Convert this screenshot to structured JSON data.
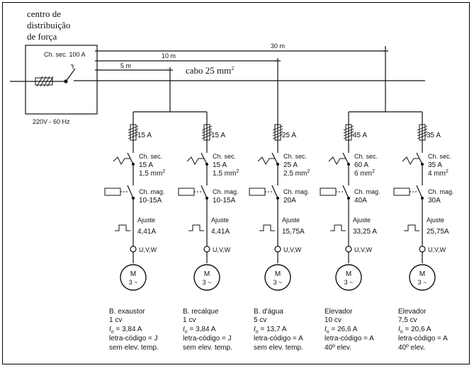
{
  "panel": {
    "title_lines": [
      "centro de",
      "distribuição",
      "de força"
    ],
    "main_switch": "Ch. sec. 100 A",
    "supply": "220V - 60 Hz"
  },
  "distances": {
    "d5": "5 m",
    "d10": "10 m",
    "d30": "30 m"
  },
  "cable": {
    "label": "cabo 25 mm",
    "sup": "2"
  },
  "branches": [
    {
      "fuse": "15 A",
      "sw_title": "Ch. sec.",
      "sw_current": "15 A",
      "sw_section": "1,5 mm",
      "sw_sup": "2",
      "mag_title": "Ch. mag.",
      "mag_range": "10-15A",
      "adj_title": "Ajuste",
      "adj_value": "4,41A",
      "terminals": "U,V,W",
      "motor": "M",
      "motor_phase": "3 ~",
      "desc": [
        "B. exaustor",
        "1 cv"
      ],
      "in_prefix": "I",
      "in_sub": "n",
      "in_value": " = 3,84 A",
      "code": "letra-código = J",
      "temp": "sem elev. temp."
    },
    {
      "fuse": "15 A",
      "sw_title": "Ch. sec.",
      "sw_current": "15 A",
      "sw_section": "1,5 mm",
      "sw_sup": "2",
      "mag_title": "Ch. mag.",
      "mag_range": "10-15A",
      "adj_title": "Ajuste",
      "adj_value": "4,41A",
      "terminals": "U,V,W",
      "motor": "M",
      "motor_phase": "3 ~",
      "desc": [
        "B. recalque",
        "1 cv"
      ],
      "in_prefix": "I",
      "in_sub": "n",
      "in_value": " = 3,84 A",
      "code": "letra-código = J",
      "temp": "sem elev. temp."
    },
    {
      "fuse": "25 A",
      "sw_title": "Ch. sec.",
      "sw_current": "25 A",
      "sw_section": "2,5 mm",
      "sw_sup": "2",
      "mag_title": "Ch. mag.",
      "mag_range": "20A",
      "adj_title": "Ajuste",
      "adj_value": "15,75A",
      "terminals": "U,V,W",
      "motor": "M",
      "motor_phase": "3 ~",
      "desc": [
        "B. d'água",
        "5 cv"
      ],
      "in_prefix": "I",
      "in_sub": "n",
      "in_value": " = 13,7 A",
      "code": "letra-código = A",
      "temp": "sem elev. temp."
    },
    {
      "fuse": "45 A",
      "sw_title": "Ch. sec.",
      "sw_current": "60 A",
      "sw_section": "6 mm",
      "sw_sup": "2",
      "mag_title": "Ch. mag.",
      "mag_range": "40A",
      "adj_title": "Ajuste",
      "adj_value": "33,25 A",
      "terminals": "U,V,W",
      "motor": "M",
      "motor_phase": "3 ~",
      "desc": [
        "Elevador",
        "10 cv"
      ],
      "in_prefix": "I",
      "in_sub": "n",
      "in_value": " = 26,6 A",
      "code": "letra-código = A",
      "temp": "40º elev."
    },
    {
      "fuse": "35 A",
      "sw_title": "Ch. sec.",
      "sw_current": "35 A",
      "sw_section": "4 mm",
      "sw_sup": "2",
      "mag_title": "Ch. mag.",
      "mag_range": "30A",
      "adj_title": "Ajuste",
      "adj_value": "25,75A",
      "terminals": "U,V,W",
      "motor": "M",
      "motor_phase": "3 ~",
      "desc": [
        "Elevador",
        "7,5 cv"
      ],
      "in_prefix": "I",
      "in_sub": "n",
      "in_value": " = 20,6 A",
      "code": "letra-código = A",
      "temp": "40º elev."
    }
  ]
}
